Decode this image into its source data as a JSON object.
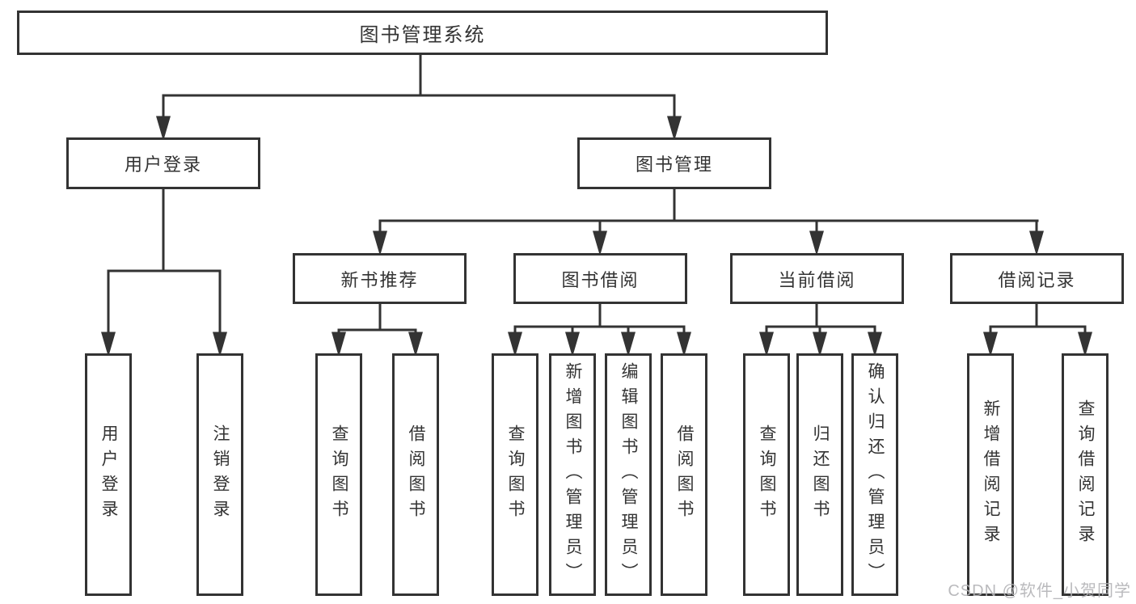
{
  "tree": {
    "root": {
      "label": "图书管理系统"
    },
    "login": {
      "label": "用户登录",
      "children": [
        {
          "label": "用户登录"
        },
        {
          "label": "注销登录"
        }
      ]
    },
    "management": {
      "label": "图书管理",
      "modules": [
        {
          "label": "新书推荐",
          "children": [
            {
              "label": "查询图书"
            },
            {
              "label": "借阅图书"
            }
          ]
        },
        {
          "label": "图书借阅",
          "children": [
            {
              "label": "查询图书"
            },
            {
              "label": "新增图书（管理员）"
            },
            {
              "label": "编辑图书（管理员）"
            },
            {
              "label": "借阅图书"
            }
          ]
        },
        {
          "label": "当前借阅",
          "children": [
            {
              "label": "查询图书"
            },
            {
              "label": "归还图书"
            },
            {
              "label": "确认归还（管理员）"
            }
          ]
        },
        {
          "label": "借阅记录",
          "children": [
            {
              "label": "新增借阅记录"
            },
            {
              "label": "查询借阅记录"
            }
          ]
        }
      ]
    }
  },
  "watermark": {
    "text": "CSDN @软件_小贺同学"
  },
  "colors": {
    "line": "#333333",
    "box_border": "#333333",
    "box_fill": "#ffffff",
    "text": "#333333",
    "watermark": "#b3b3b6"
  }
}
